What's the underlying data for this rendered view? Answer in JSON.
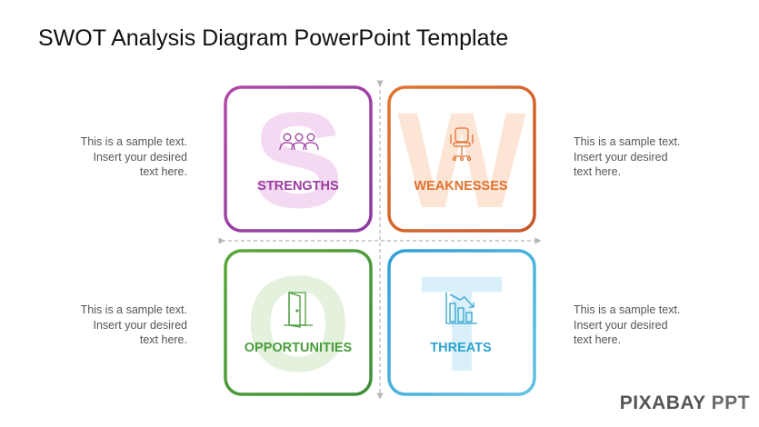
{
  "title": "SWOT Analysis Diagram PowerPoint Template",
  "quadrants": [
    {
      "letter": "S",
      "label": "STRENGTHS",
      "color": "#9b3ca0",
      "icon": "people-group-icon"
    },
    {
      "letter": "W",
      "label": "WEAKNESSES",
      "color": "#e0722f",
      "icon": "office-chair-icon"
    },
    {
      "letter": "O",
      "label": "OPPORTUNITIES",
      "color": "#4a9d3c",
      "icon": "open-door-icon"
    },
    {
      "letter": "T",
      "label": "THREATS",
      "color": "#2ea3cf",
      "icon": "declining-chart-icon"
    }
  ],
  "side_texts": [
    {
      "line1": "This is a sample text.",
      "line2": "Insert your desired",
      "line3": "text here."
    },
    {
      "line1": "This is a sample text.",
      "line2": "Insert your desired",
      "line3": "text here."
    },
    {
      "line1": "This is a sample text.",
      "line2": "Insert your desired",
      "line3": "text here."
    },
    {
      "line1": "This is a sample text.",
      "line2": "Insert your desired",
      "line3": "text here."
    }
  ],
  "watermark": {
    "part1": "PIXABAY",
    "part2": "PPT"
  }
}
